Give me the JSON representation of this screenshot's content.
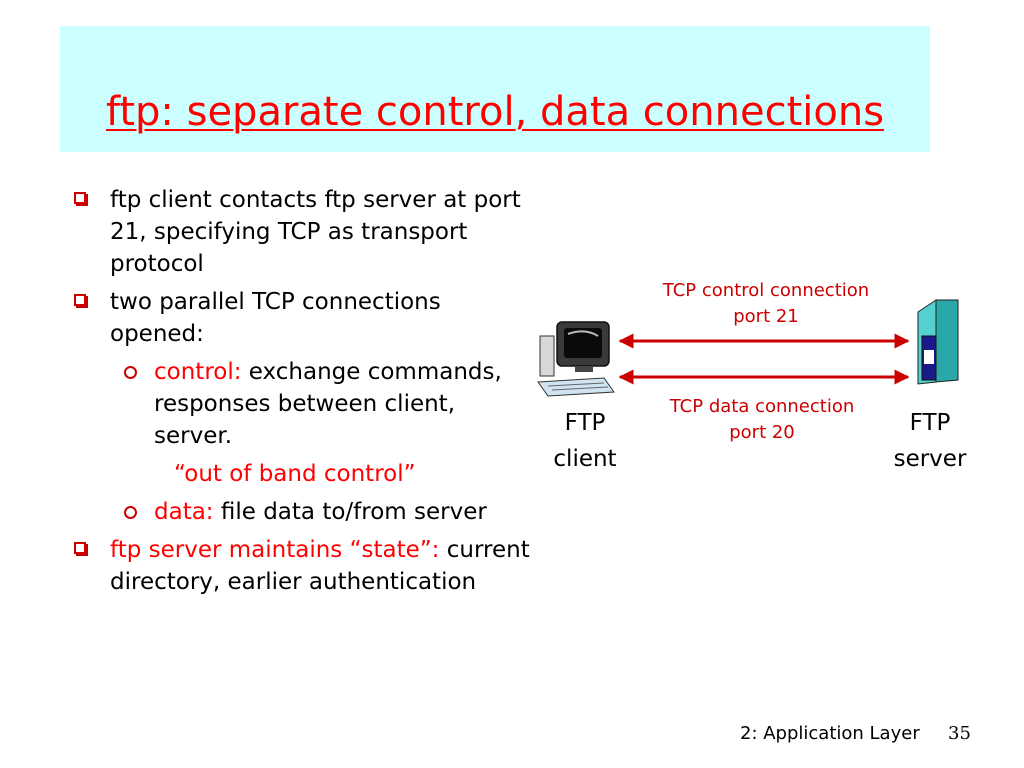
{
  "title": "ftp: separate control, data connections",
  "bullets": [
    {
      "text": "ftp client contacts ftp server at port 21, specifying TCP as transport protocol"
    },
    {
      "text": "two parallel TCP connections opened:"
    },
    {
      "highlight": "control:",
      "text": " exchange commands, responses between client, server."
    },
    {
      "quote": "“out of band control”"
    },
    {
      "highlight": "data:",
      "text": " file data to/from server"
    },
    {
      "highlight": "ftp server maintains “state”:",
      "text": " current directory, earlier authentication"
    }
  ],
  "diagram": {
    "control_label_1": "TCP control connection",
    "control_label_2": "port 21",
    "data_label_1": "TCP data connection",
    "data_label_2": "port 20",
    "client_label_1": "FTP",
    "client_label_2": "client",
    "server_label_1": "FTP",
    "server_label_2": "server",
    "label_color": "#cc0000"
  },
  "footer": {
    "section": "2: Application Layer",
    "page": "35"
  }
}
